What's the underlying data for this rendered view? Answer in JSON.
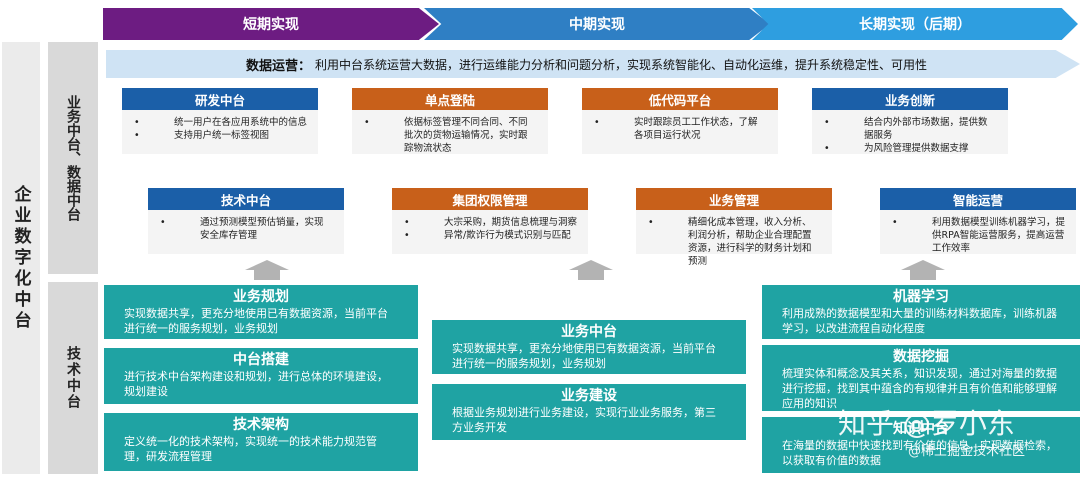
{
  "phases": [
    "短期实现",
    "中期实现",
    "长期实现（后期）"
  ],
  "left_labels": {
    "main": "企业数字化中台",
    "business": "业务中台、数据中台",
    "tech": "技术中台"
  },
  "data_ops": {
    "title": "数据运营：",
    "text": "利用中台系统运营大数据，进行运维能力分析和问题分析，实现系统智能化、自动化运维，提升系统稳定性、可用性"
  },
  "top_cards": [
    {
      "title": "研发中台",
      "items": [
        "统一用户在各应用系统中的信息",
        "支持用户统一标签视图"
      ]
    },
    {
      "title": "单点登陆",
      "items": [
        "依据标签管理不同合同、不同批次的货物运输情况，实时跟踪物流状态"
      ]
    },
    {
      "title": "低代码平台",
      "items": [
        "实时跟踪员工工作状态，了解各项目运行状况"
      ]
    },
    {
      "title": "业务创新",
      "items": [
        "结合内外部市场数据，提供数据服务",
        "为风险管理提供数据支撑"
      ]
    }
  ],
  "mid_cards": [
    {
      "title": "技术中台",
      "items": [
        "通过预测模型预估销量，实现安全库存管理"
      ]
    },
    {
      "title": "集团权限管理",
      "items": [
        "大宗采购，期货信息梳理与洞察",
        "异常/欺诈行为模式识别与匹配"
      ]
    },
    {
      "title": "业务管理",
      "items": [
        "精细化成本管理，收入分析、利润分析，帮助企业合理配置资源，进行科学的财务计划和预测"
      ]
    },
    {
      "title": "智能运营",
      "items": [
        "利用数据模型训练机器学习，提供RPA智能运营服务，提高运营工作效率"
      ]
    }
  ],
  "teal_left": [
    {
      "title": "业务规划",
      "text": "实现数据共享，更充分地使用已有数据资源，当前平台进行统一的服务规划，业务规划"
    },
    {
      "title": "中台搭建",
      "text": "进行技术中台架构建设和规划，进行总体的环境建设，规划建设"
    },
    {
      "title": "技术架构",
      "text": "定义统一化的技术架构，实现统一的技术能力规范管理，研发流程管理"
    }
  ],
  "teal_mid": [
    {
      "title": "业务中台",
      "text": "实现数据共享，更充分地使用已有数据资源，当前平台进行统一的服务规划，业务规划"
    },
    {
      "title": "业务建设",
      "text": "根据业务规划进行业务建设，实现行业业务服务，第三方业务开发"
    }
  ],
  "teal_right": [
    {
      "title": "机器学习",
      "text": "利用成熟的数据模型和大量的训练材料数据库，训练机器学习，以改进流程自动化程度"
    },
    {
      "title": "数据挖掘",
      "text": "梳理实体和概念及其关系，知识发现，通过对海量的数据进行挖掘，找到其中蕴含的有规律并且有价值和能够理解应用的知识"
    },
    {
      "title": "知识中台",
      "text": "在海量的数据中快速找到有价值的信息，实现数据检索，以获取有价值的数据"
    }
  ],
  "watermarks": {
    "main": "知乎 @罗小东",
    "sub": "@稀土掘金技术社区"
  },
  "colors": {
    "phase1": "#6d1c82",
    "phase2": "#2f7fc4",
    "phase3": "#2e9ee0",
    "header_blue": "#1b5fa8",
    "header_orange": "#c8601a",
    "teal": "#1fa3a3",
    "ops_band": "#cfe3f4"
  }
}
